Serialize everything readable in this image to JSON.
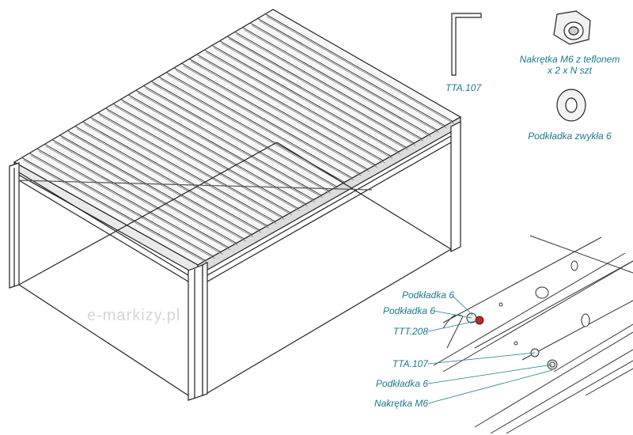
{
  "accent_color": "#1a7a8c",
  "line_color": "#222222",
  "parts": {
    "bracket": "TTA.107",
    "nut_line1": "Nakrętka M6 z teflonem",
    "nut_line2": "x 2 x N szt",
    "washer": "Podkładka zwykła 6"
  },
  "callouts": {
    "podkladka_a": "Podkładka 6",
    "podkladka_b": "Podkładka 6",
    "ttt208": "TTT.208",
    "tta107": "TTA.107",
    "podkladka_c": "Podkładka 6",
    "nakretka": "Nakrętka M6"
  },
  "watermark": "e-markizy.pl"
}
